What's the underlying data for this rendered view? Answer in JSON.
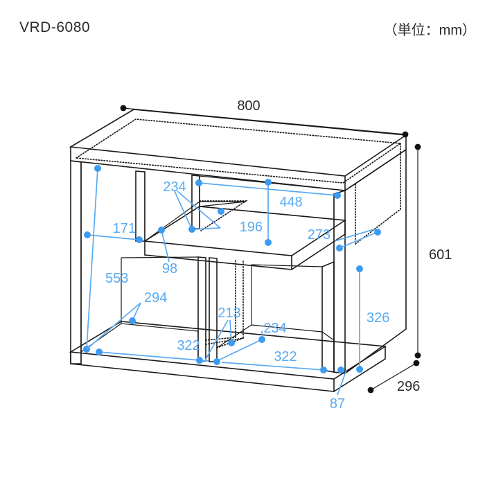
{
  "header": {
    "model_title": "VRD-6080",
    "unit_note": "（単位：mm）"
  },
  "drawing": {
    "kind": "isometric-furniture-dimension-drawing",
    "product": "VRD-6080",
    "outer_dimensions": {
      "width_label": "800",
      "height_label": "601",
      "depth_label": "296"
    },
    "inner_dimensions": [
      {
        "label": "234",
        "desc": "upper-shelf-left-riser-depth"
      },
      {
        "label": "448",
        "desc": "upper-compartment-width"
      },
      {
        "label": "171",
        "desc": "left-upper-opening-height"
      },
      {
        "label": "196",
        "desc": "upper-compartment-height"
      },
      {
        "label": "273",
        "desc": "right-compartment-width"
      },
      {
        "label": "98",
        "desc": "middle-shelf-step-height"
      },
      {
        "label": "553",
        "desc": "left-side-inner-height"
      },
      {
        "label": "294",
        "desc": "left-lower-opening-depth"
      },
      {
        "label": "213",
        "desc": "center-divider-depth"
      },
      {
        "label": "234",
        "desc": "center-lower-riser-depth"
      },
      {
        "label": "322",
        "desc": "lower-left-compartment-width"
      },
      {
        "label": "322",
        "desc": "lower-right-compartment-width"
      },
      {
        "label": "326",
        "desc": "lower-right-opening-height"
      },
      {
        "label": "87",
        "desc": "base-plinth-height"
      }
    ],
    "colors": {
      "outline": "#1a1a1a",
      "dimension_blue": "#5aaaf2",
      "text_black": "#2b2b2b",
      "background": "#ffffff"
    },
    "labels": {
      "w800": "800",
      "h601": "601",
      "d296": "296",
      "n234a": "234",
      "n448": "448",
      "n171": "171",
      "n196": "196",
      "n273": "273",
      "n98": "98",
      "n553": "553",
      "n294": "294",
      "n213": "213",
      "n234b": "234",
      "n322a": "322",
      "n322b": "322",
      "n326": "326",
      "n87": "87"
    }
  }
}
